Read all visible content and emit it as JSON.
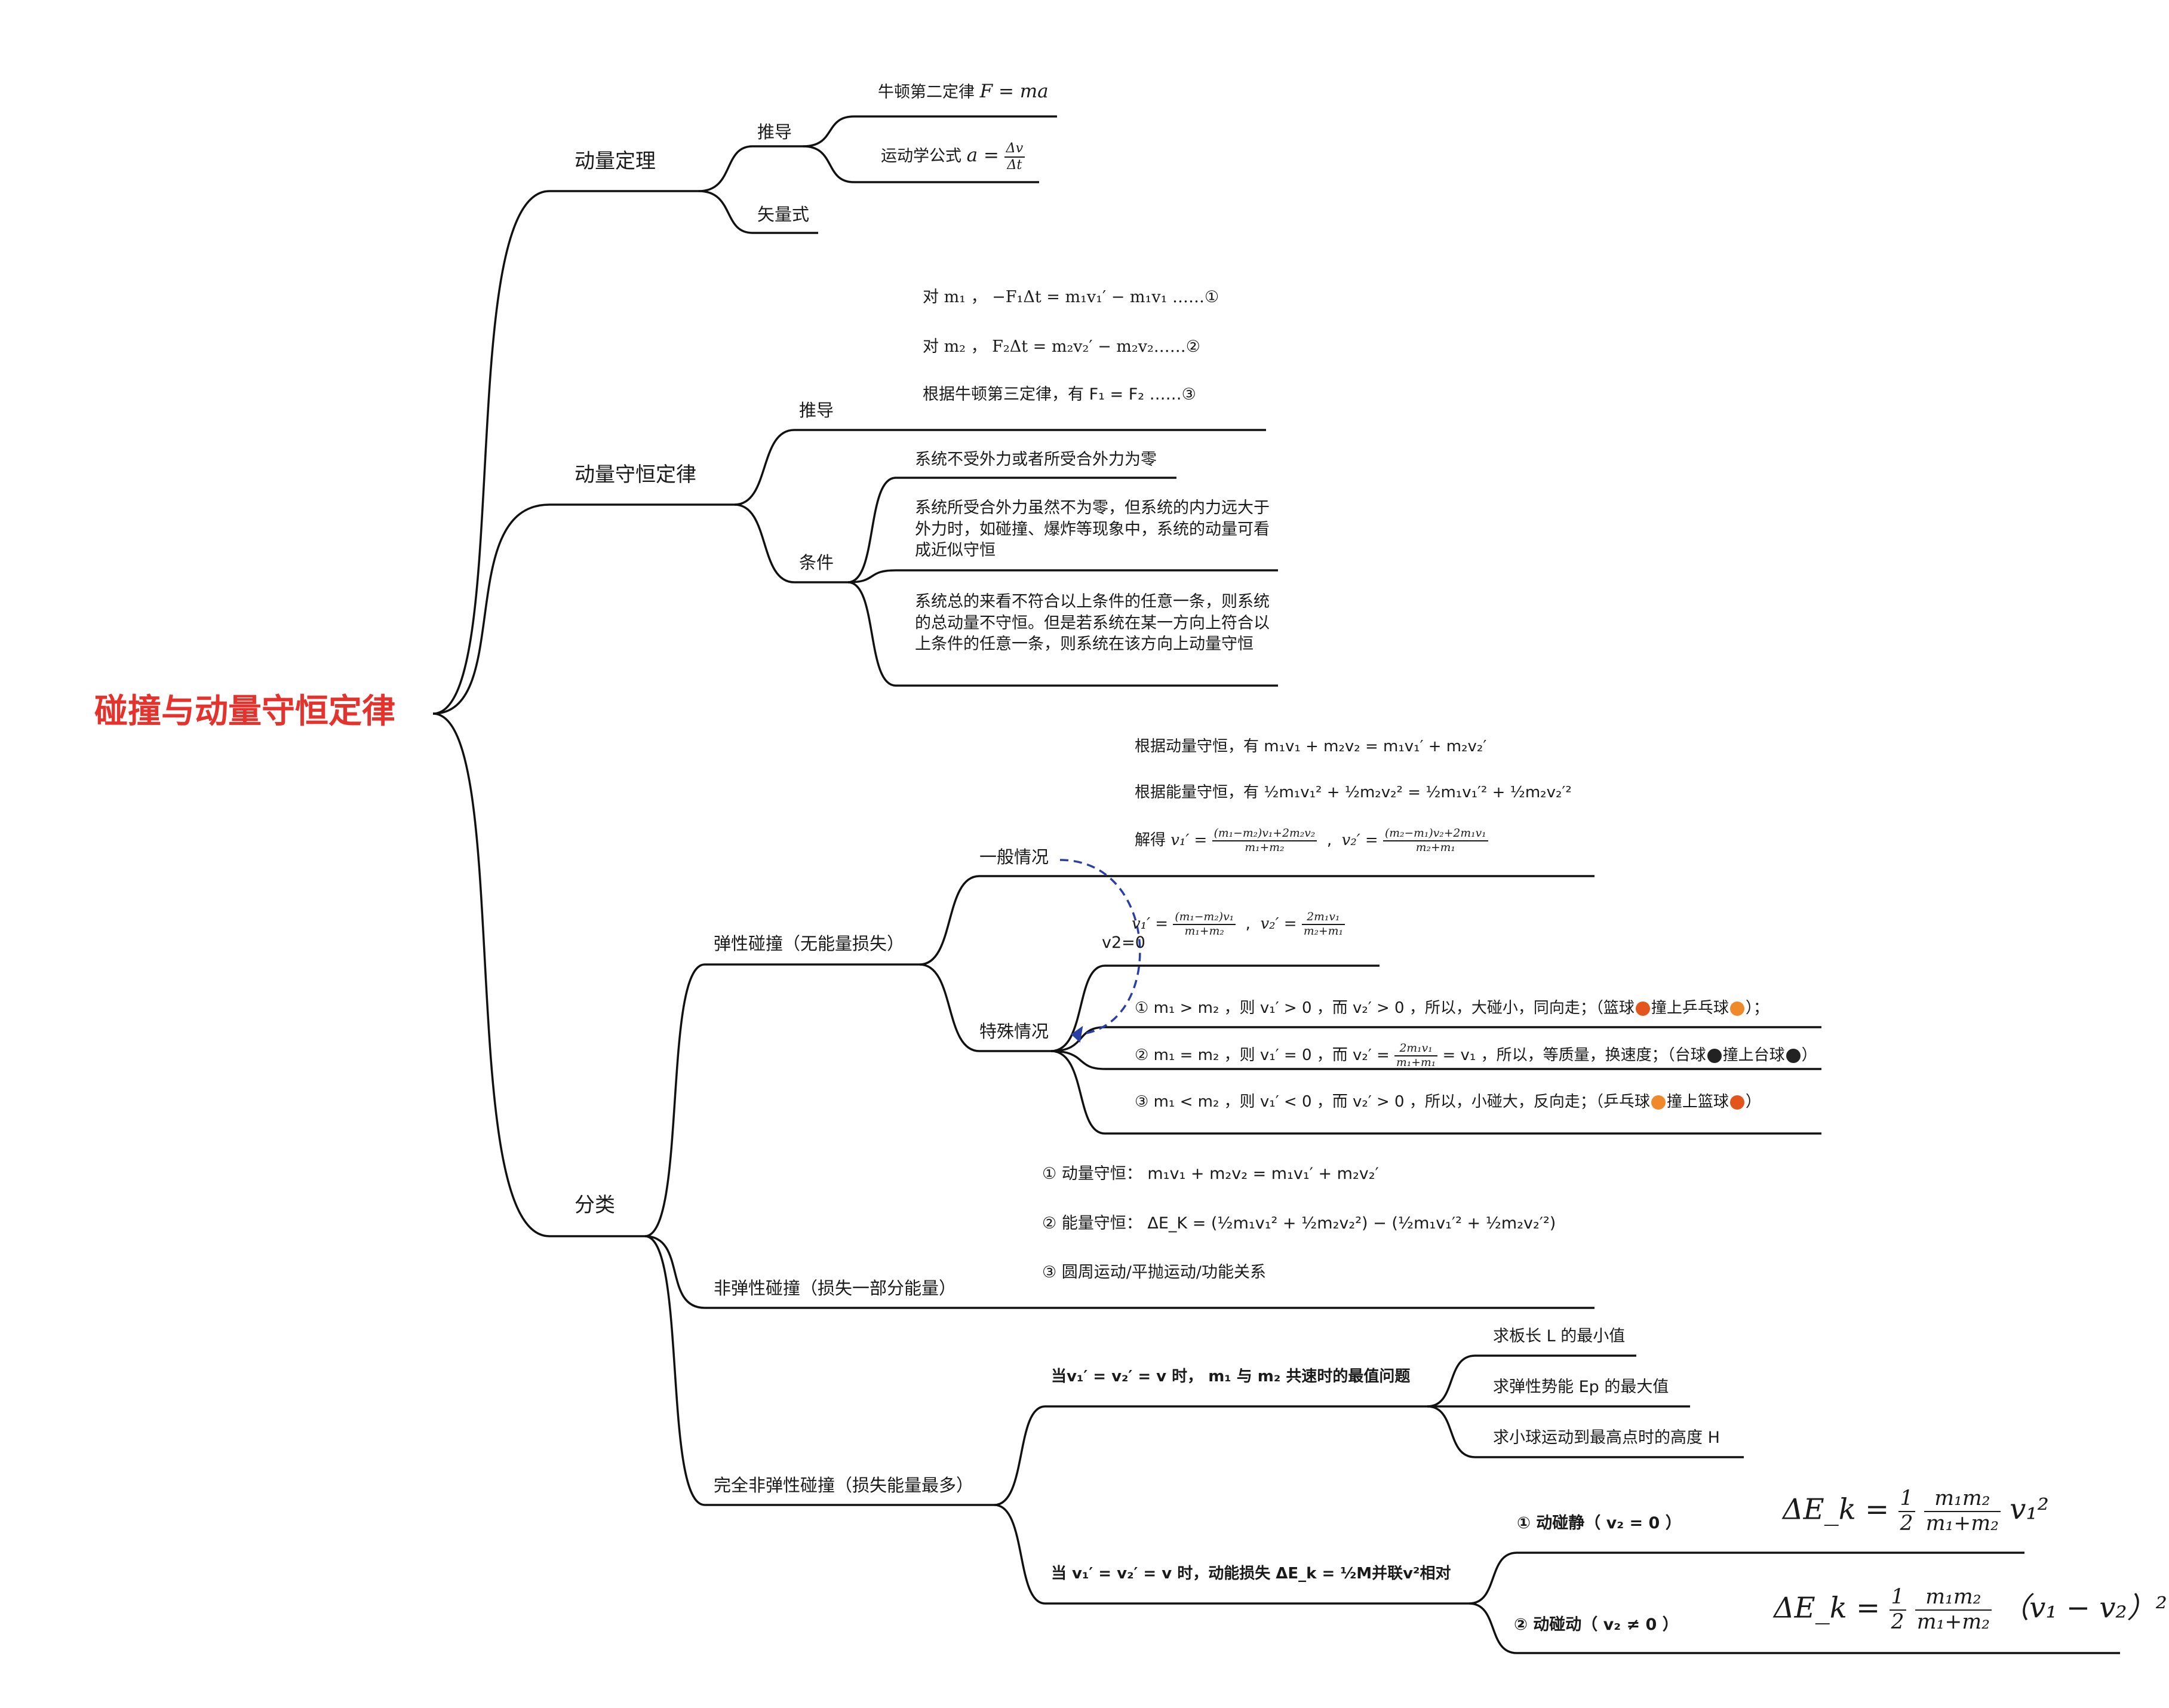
{
  "root": "碰撞与动量守恒定律",
  "colors": {
    "root": "#e5322d",
    "line": "#111111",
    "arrow": "#2a3fa6",
    "basketball": "#e2561d",
    "pingpong": "#f0892a"
  },
  "momentum_theorem": {
    "title": "动量定理",
    "derive": "推导",
    "newton2_label": "牛顿第二定律",
    "newton2_formula": "F = ma",
    "kin_label": "运动学公式",
    "kin_lhs": "a =",
    "kin_num": "Δv",
    "kin_den": "Δt",
    "vector": "矢量式"
  },
  "conservation": {
    "title": "动量守恒定律",
    "derive": "推导",
    "eq1": "对 m₁ ，  −F₁Δt = m₁v₁′ − m₁v₁ ……①",
    "eq2": "对 m₂ ，  F₂Δt = m₂v₂′ − m₂v₂……②",
    "eq3": "根据牛顿第三定律，有 F₁ = F₂ ……③",
    "cond": "条件",
    "c1": "系统不受外力或者所受合外力为零",
    "c2": "系统所受合外力虽然不为零，但系统的内力远大于外力时，如碰撞、爆炸等现象中，系统的动量可看成近似守恒",
    "c3": "系统总的来看不符合以上条件的任意一条，则系统的总动量不守恒。但是若系统在某一方向上符合以上条件的任意一条，则系统在该方向上动量守恒"
  },
  "classify": {
    "title": "分类",
    "elastic": {
      "title": "弹性碰撞（无能量损失）",
      "general": "一般情况",
      "g1": "根据动量守恒，有 m₁v₁ + m₂v₂ = m₁v₁′ + m₂v₂′",
      "g2": "根据能量守恒，有 ½m₁v₁² + ½m₂v₂² = ½m₁v₁′² + ½m₂v₂′²",
      "g3_label": "解得",
      "g3_v1": "v₁′ =",
      "g3_v1_num": "(m₁−m₂)v₁+2m₂v₂",
      "g3_v1_den": "m₁+m₂",
      "g3_v2": "v₂′ =",
      "g3_v2_num": "(m₂−m₁)v₂+2m₁v₁",
      "g3_v2_den": "m₂+m₁",
      "v2zero": "v2=0",
      "s_v1": "v₁′ =",
      "s_v1_num": "(m₁−m₂)v₁",
      "s_v1_den": "m₁+m₂",
      "s_v2": "v₂′ =",
      "s_v2_num": "2m₁v₁",
      "s_v2_den": "m₂+m₁",
      "special": "特殊情况",
      "case1": "① m₁ > m₂ ，则 v₁′ > 0 ，而 v₂′ > 0 ，所以，大碰小，同向走；（篮球",
      "case1_mid": "撞上乒乓球",
      "case1_end": "）；",
      "case2a": "② m₁ = m₂ ，则 v₁′ = 0 ，而 v₂′ =",
      "case2_num": "2m₁v₁",
      "case2_den": "m₁+m₁",
      "case2b": "= v₁ ，所以，等质量，换速度；（台球",
      "case2_mid": "撞上台球",
      "case2_end": "）",
      "case3": "③ m₁ < m₂ ，则 v₁′ < 0 ，而 v₂′ > 0 ，所以，小碰大，反向走；（乒乓球",
      "case3_mid": "撞上篮球",
      "case3_end": "）"
    },
    "inelastic": {
      "title": "非弹性碰撞（损失一部分能量）",
      "i1": "① 动量守恒：  m₁v₁ + m₂v₂ = m₁v₁′ + m₂v₂′",
      "i2": "② 能量守恒：  ΔE_K = (½m₁v₁² + ½m₂v₂²) − (½m₁v₁′² + ½m₂v₂′²)",
      "i3": "③ 圆周运动/平抛运动/功能关系"
    },
    "perfect": {
      "title": "完全非弹性碰撞（损失能量最多）",
      "common": "当v₁′ = v₂′ = v 时，  m₁ 与 m₂ 共速时的最值问题",
      "q1": "求板长 L 的最小值",
      "q2": "求弹性势能 Ep 的最大值",
      "q3": "求小球运动到最高点时的高度 H",
      "loss": "当 v₁′ = v₂′ = v 时，动能损失 ΔE_k = ½M并联v²相对",
      "static": "① 动碰静（ v₂ = 0 ）",
      "static_lhs": "ΔE_k =",
      "static_half": "1",
      "static_half_den": "2",
      "static_num": "m₁m₂",
      "static_den": "m₁+m₂",
      "static_rhs": "v₁²",
      "moving": "② 动碰动（ v₂ ≠ 0 ）",
      "moving_lhs": "ΔE_k =",
      "moving_num": "m₁m₂",
      "moving_den": "m₁+m₂",
      "moving_rhs": "（v₁ − v₂）²"
    }
  }
}
